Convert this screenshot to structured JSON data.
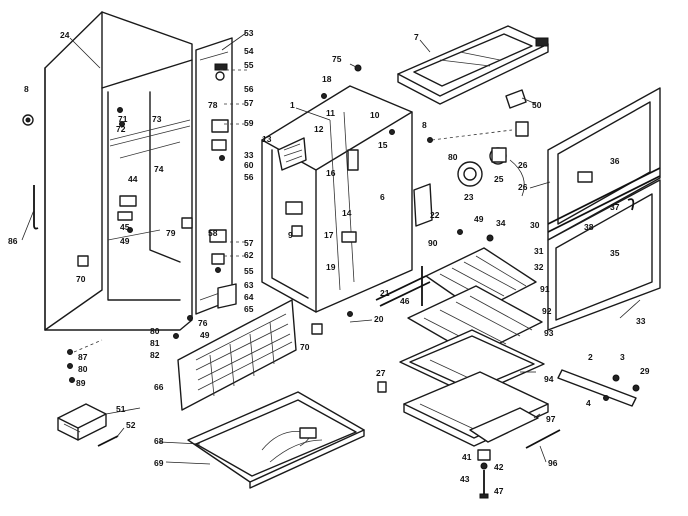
{
  "labels": [
    {
      "id": "p24",
      "text": "24"
    },
    {
      "id": "p8a",
      "text": "8"
    },
    {
      "id": "p86",
      "text": "86"
    },
    {
      "id": "p70a",
      "text": "70"
    },
    {
      "id": "p71",
      "text": "71"
    },
    {
      "id": "p72",
      "text": "72"
    },
    {
      "id": "p73",
      "text": "73"
    },
    {
      "id": "p74",
      "text": "74"
    },
    {
      "id": "p44",
      "text": "44"
    },
    {
      "id": "p45",
      "text": "45"
    },
    {
      "id": "p49a",
      "text": "49"
    },
    {
      "id": "p79",
      "text": "79"
    },
    {
      "id": "p53",
      "text": "53"
    },
    {
      "id": "p54",
      "text": "54"
    },
    {
      "id": "p55a",
      "text": "55"
    },
    {
      "id": "p56a",
      "text": "56"
    },
    {
      "id": "p78",
      "text": "78"
    },
    {
      "id": "p57a",
      "text": "57"
    },
    {
      "id": "p59",
      "text": "59"
    },
    {
      "id": "p13",
      "text": "13"
    },
    {
      "id": "p33a",
      "text": "33"
    },
    {
      "id": "p60",
      "text": "60"
    },
    {
      "id": "p56b",
      "text": "56"
    },
    {
      "id": "p58",
      "text": "58"
    },
    {
      "id": "p57b",
      "text": "57"
    },
    {
      "id": "p62",
      "text": "62"
    },
    {
      "id": "p55b",
      "text": "55"
    },
    {
      "id": "p63",
      "text": "63"
    },
    {
      "id": "p64",
      "text": "64"
    },
    {
      "id": "p65",
      "text": "65"
    },
    {
      "id": "p76",
      "text": "76"
    },
    {
      "id": "p49b",
      "text": "49"
    },
    {
      "id": "p80a",
      "text": "80"
    },
    {
      "id": "p81",
      "text": "81"
    },
    {
      "id": "p82",
      "text": "82"
    },
    {
      "id": "p66",
      "text": "66"
    },
    {
      "id": "p87",
      "text": "87"
    },
    {
      "id": "p80b",
      "text": "80"
    },
    {
      "id": "p89",
      "text": "89"
    },
    {
      "id": "p51",
      "text": "51"
    },
    {
      "id": "p52",
      "text": "52"
    },
    {
      "id": "p68",
      "text": "68"
    },
    {
      "id": "p69",
      "text": "69"
    },
    {
      "id": "p70b",
      "text": "70"
    },
    {
      "id": "p75",
      "text": "75"
    },
    {
      "id": "p18",
      "text": "18"
    },
    {
      "id": "p1",
      "text": "1"
    },
    {
      "id": "p11",
      "text": "11"
    },
    {
      "id": "p12",
      "text": "12"
    },
    {
      "id": "p10",
      "text": "10"
    },
    {
      "id": "p16",
      "text": "16"
    },
    {
      "id": "p15",
      "text": "15"
    },
    {
      "id": "p14",
      "text": "14"
    },
    {
      "id": "p6",
      "text": "6"
    },
    {
      "id": "p9",
      "text": "9"
    },
    {
      "id": "p17",
      "text": "17"
    },
    {
      "id": "p19",
      "text": "19"
    },
    {
      "id": "p20",
      "text": "20"
    },
    {
      "id": "p8b",
      "text": "8"
    },
    {
      "id": "p22",
      "text": "22"
    },
    {
      "id": "p49c",
      "text": "49"
    },
    {
      "id": "p34",
      "text": "34"
    },
    {
      "id": "p7",
      "text": "7"
    },
    {
      "id": "p50",
      "text": "50"
    },
    {
      "id": "p80c",
      "text": "80"
    },
    {
      "id": "p25",
      "text": "25"
    },
    {
      "id": "p23",
      "text": "23"
    },
    {
      "id": "p26a",
      "text": "26"
    },
    {
      "id": "p26b",
      "text": "26"
    },
    {
      "id": "p36",
      "text": "36"
    },
    {
      "id": "p37",
      "text": "37"
    },
    {
      "id": "p38",
      "text": "38"
    },
    {
      "id": "p30",
      "text": "30"
    },
    {
      "id": "p31",
      "text": "31"
    },
    {
      "id": "p35",
      "text": "35"
    },
    {
      "id": "p32",
      "text": "32"
    },
    {
      "id": "p33b",
      "text": "33"
    },
    {
      "id": "p90",
      "text": "90"
    },
    {
      "id": "p21",
      "text": "21"
    },
    {
      "id": "p46",
      "text": "46"
    },
    {
      "id": "p91",
      "text": "91"
    },
    {
      "id": "p92",
      "text": "92"
    },
    {
      "id": "p93",
      "text": "93"
    },
    {
      "id": "p94",
      "text": "94"
    },
    {
      "id": "p27",
      "text": "27"
    },
    {
      "id": "p97",
      "text": "97"
    },
    {
      "id": "p41",
      "text": "41"
    },
    {
      "id": "p42",
      "text": "42"
    },
    {
      "id": "p43",
      "text": "43"
    },
    {
      "id": "p47",
      "text": "47"
    },
    {
      "id": "p96",
      "text": "96"
    },
    {
      "id": "p2",
      "text": "2"
    },
    {
      "id": "p3",
      "text": "3"
    },
    {
      "id": "p29",
      "text": "29"
    },
    {
      "id": "p4",
      "text": "4"
    }
  ]
}
